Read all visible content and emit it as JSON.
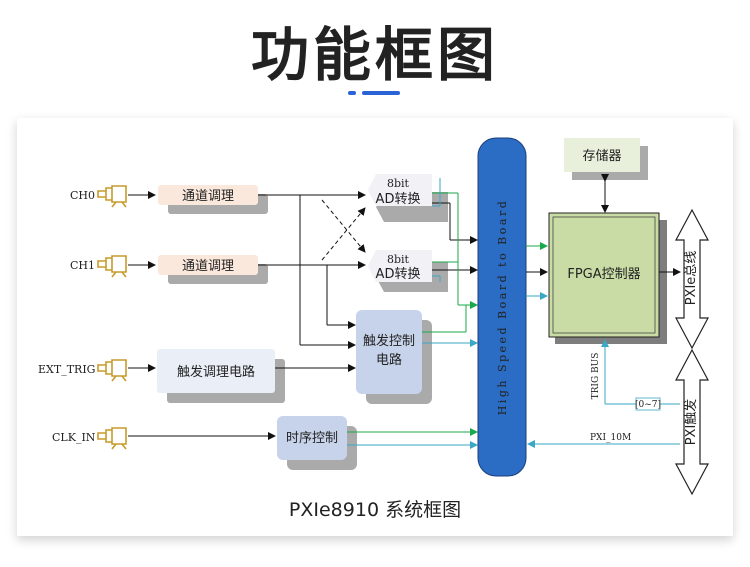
{
  "header": {
    "title": "功能框图"
  },
  "diagram": {
    "inputs": {
      "ch0": "CH0",
      "ch1": "CH1",
      "ext_trig": "EXT_TRIG",
      "clk_in": "CLK_IN"
    },
    "blocks": {
      "cond0": "通道调理",
      "cond1": "通道调理",
      "trig_cond": "触发调理电路",
      "adc_line1": "8bit",
      "adc_line2": "AD转换",
      "trig_ctrl_line1": "触发控制",
      "trig_ctrl_line2": "电路",
      "clock": "时序控制",
      "bus": "High Speed Board to Board",
      "storage": "存储器",
      "fpga": "FPGA控制器",
      "pxie_bus": "PXIe总线",
      "pxi_trigger": "PXI触发"
    },
    "signals": {
      "trig_bus": "TRIG BUS",
      "trig_range": "[0~7]",
      "pxi_10m": "PXI_10M"
    }
  },
  "caption": "PXIe8910 系统框图",
  "colors": {
    "accent": "#2a63d6",
    "bus": "#2b6cc4",
    "fpga": "#c9dca6",
    "green_line": "#19a94a",
    "teal_line": "#3aa7c4"
  }
}
